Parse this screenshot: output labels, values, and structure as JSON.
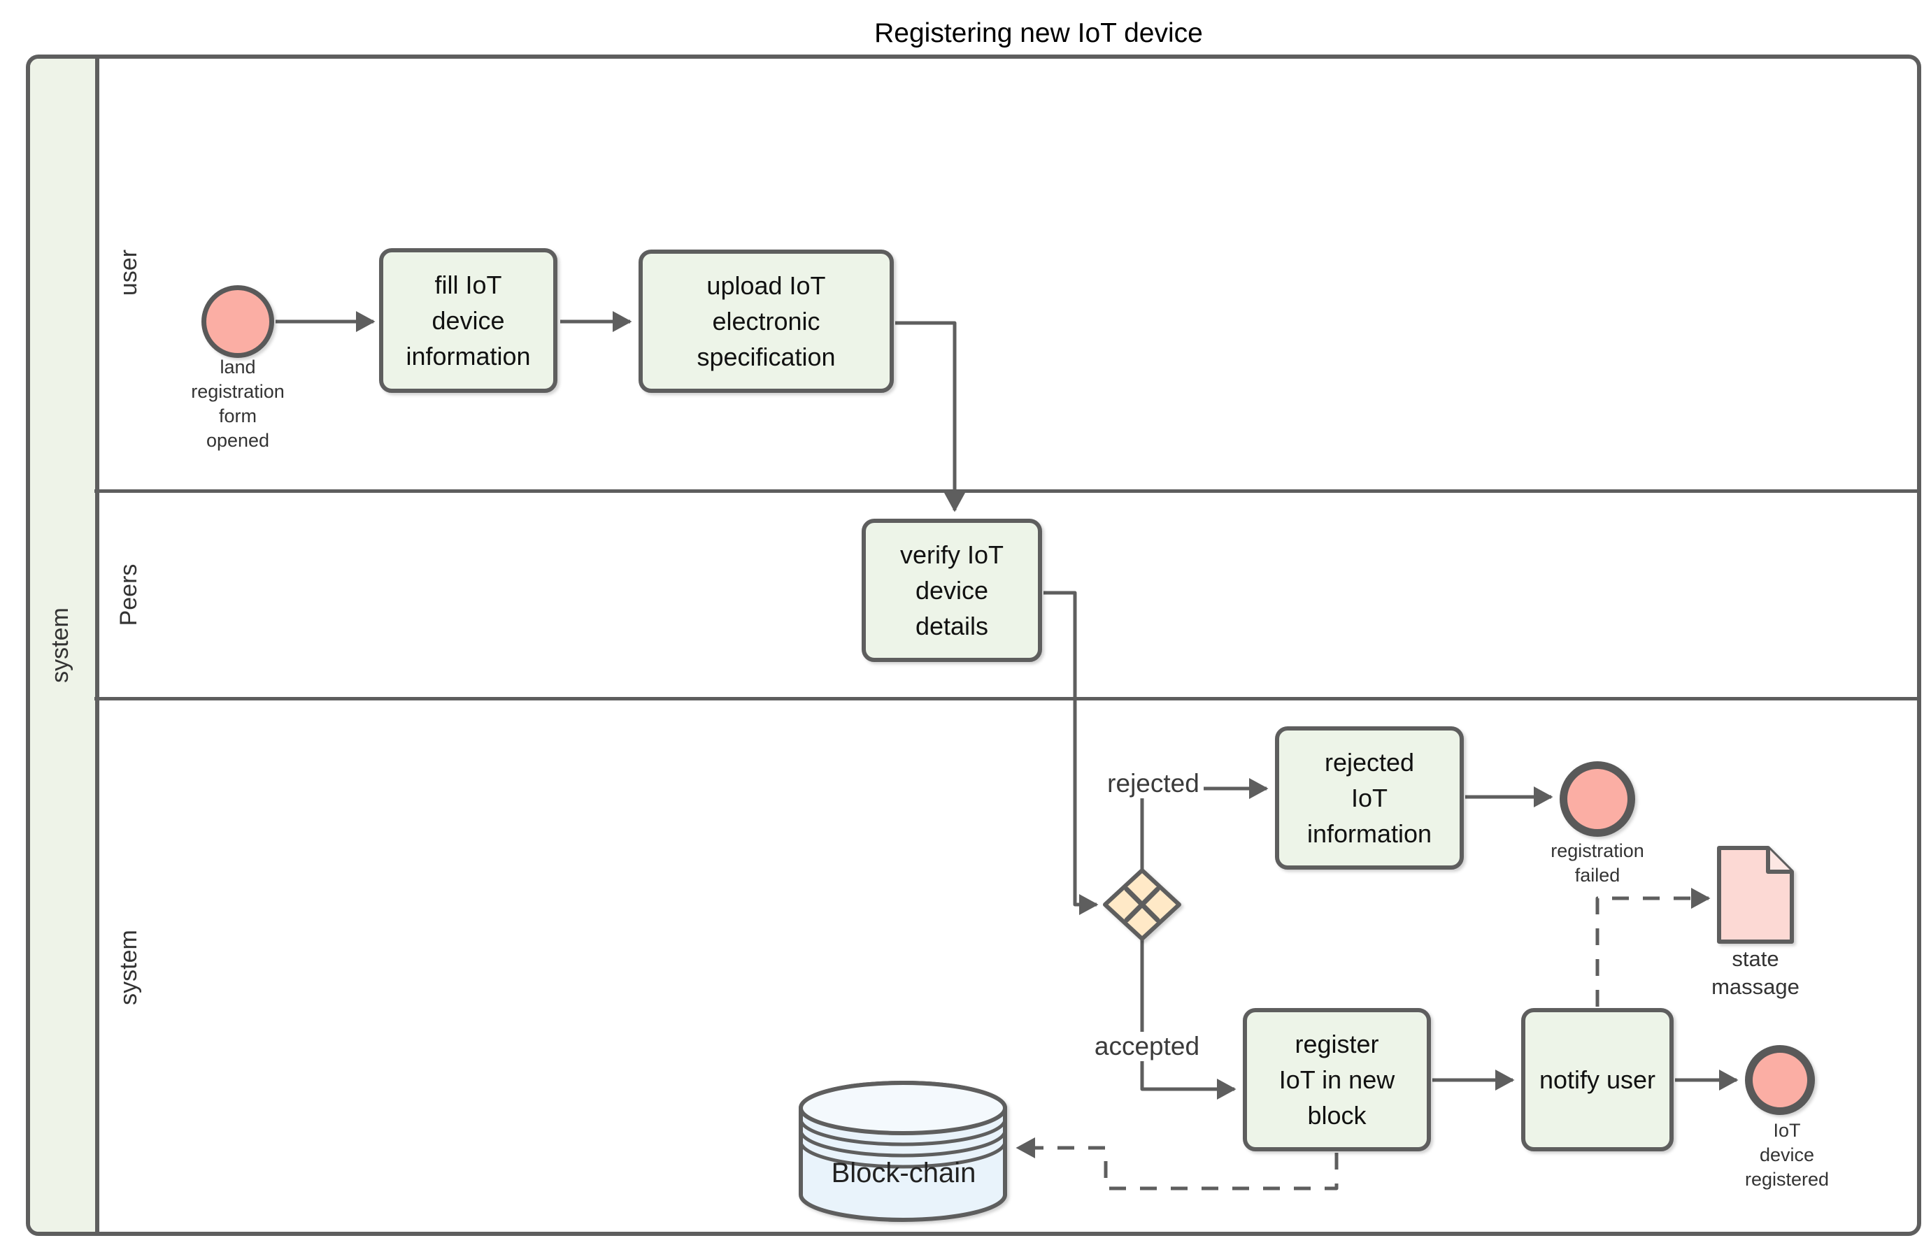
{
  "title": "Registering new IoT device",
  "pool": {
    "label": "system"
  },
  "lanes": {
    "user": {
      "label": "user"
    },
    "peers": {
      "label": "Peers"
    },
    "system": {
      "label": "system"
    }
  },
  "nodes": {
    "start_event": {
      "type": "start-event",
      "label": "land\nregistration\nform\nopened"
    },
    "task_fill": {
      "type": "task",
      "label": "fill IoT\ndevice\ninformation"
    },
    "task_upload": {
      "type": "task",
      "label": "upload IoT\nelectronic\nspecification"
    },
    "task_verify": {
      "type": "task",
      "label": "verify IoT\ndevice\ndetails"
    },
    "gateway": {
      "type": "exclusive-gateway-x"
    },
    "task_rejected": {
      "type": "task",
      "label": "rejected\nIoT\ninformation"
    },
    "end_failed": {
      "type": "end-event",
      "label": "registration\nfailed"
    },
    "task_register": {
      "type": "task",
      "label": "register\nIoT in new\nblock"
    },
    "task_notify": {
      "type": "task",
      "label": "notify user"
    },
    "end_registered": {
      "type": "end-event",
      "label": "IoT\ndevice\nregistered"
    },
    "datastore": {
      "type": "data-store",
      "label": "Block-chain"
    },
    "document": {
      "type": "data-object",
      "label": "state\nmassage"
    }
  },
  "edge_labels": {
    "rejected": "rejected",
    "accepted": "accepted"
  },
  "colors": {
    "line": "#5e5e5e",
    "task_fill": "#edf4e8",
    "event_fill": "#fbaea4",
    "event_stroke": "#595959",
    "gateway_fill": "#ffe9c7",
    "document_fill": "#fcd9d4",
    "datastore_fill": "#e9f3fb",
    "lane_header_fill": "#eef3e8"
  }
}
